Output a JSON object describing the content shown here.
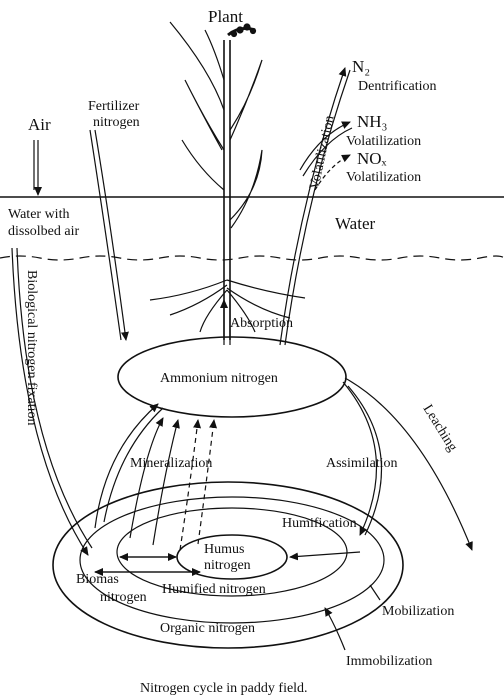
{
  "labels": {
    "plant": "Plant",
    "air": "Air",
    "fertilizer_line1": "Fertilizer",
    "fertilizer_line2": "nitrogen",
    "n2": "N₂",
    "denitrification": "Dentrification",
    "nh3": "NH₃",
    "nh3_volatilization": "Volatilization",
    "nox": "NOₓ",
    "nox_volatilization": "Volatilization",
    "volatilization_vertical": "Volatilization",
    "water_with_line1": "Water with",
    "water_with_line2": "dissolbed air",
    "water": "Water",
    "biological_fixation": "Biological nitrogen fixation",
    "absorption": "Absorption",
    "ammonium": "Ammonium nitrogen",
    "leaching": "Leaching",
    "mineralization": "Mineralization",
    "assimilation": "Assimilation",
    "humification": "Humification",
    "humus_line1": "Humus",
    "humus_line2": "nitrogen",
    "biomas_line1": "Biomas",
    "biomas_line2": "nitrogen",
    "humified": "Humified nitrogen",
    "mobilization": "Mobilization",
    "organic": "Organic nitrogen",
    "immobilization": "Immobilization",
    "caption": "Nitrogen cycle in paddy field."
  },
  "colors": {
    "ink": "#111111",
    "background": "#ffffff"
  }
}
